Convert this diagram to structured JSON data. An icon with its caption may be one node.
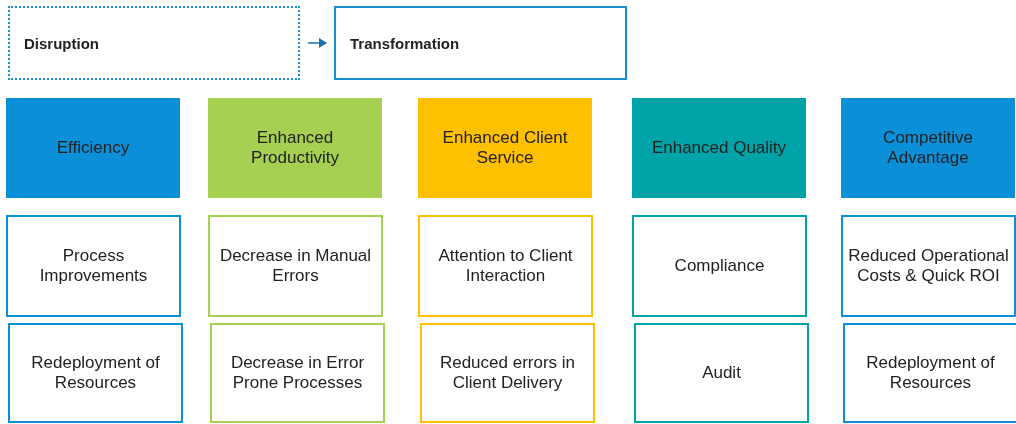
{
  "diagram": {
    "nodes": [
      {
        "text": [
          "Disruption"
        ]
      },
      {
        "text": [
          "Transformation"
        ]
      },
      {
        "text": [
          "Efficiency"
        ]
      },
      {
        "text": [
          "Enhanced Productivity"
        ]
      },
      {
        "text": [
          "Enhanced Client Service"
        ]
      },
      {
        "text": [
          "Enhanced Quality"
        ]
      },
      {
        "text": [
          "Competitive Advantage"
        ]
      },
      {
        "text": [
          "Process Improvements"
        ]
      },
      {
        "text": [
          "Decrease in Manual Errors"
        ]
      },
      {
        "text": [
          "Attention to Client Interaction"
        ]
      },
      {
        "text": [
          "Compliance"
        ]
      },
      {
        "text": [
          "Reduced Operational Costs & Quick ROI"
        ]
      },
      {
        "text": [
          "Redeployment of Resources"
        ]
      },
      {
        "text": [
          "Decrease in Error Prone Processes"
        ]
      },
      {
        "text": [
          "Reduced errors in Client Delivery"
        ]
      },
      {
        "text": [
          "Audit"
        ]
      },
      {
        "text": [
          "Redeployment of Resources"
        ]
      }
    ],
    "edges": [
      {
        "from": 0,
        "to": 1,
        "arrow": "to"
      }
    ]
  }
}
